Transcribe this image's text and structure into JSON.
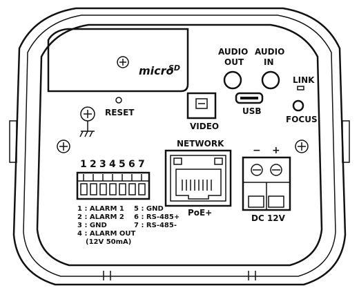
{
  "labels": {
    "audio_out_1": "AUDIO",
    "audio_out_2": "OUT",
    "audio_in_1": "AUDIO",
    "audio_in_2": "IN",
    "link": "LINK",
    "reset": "RESET",
    "video": "VIDEO",
    "usb": "USB",
    "focus": "FOCUS",
    "network": "NETWORK",
    "poe": "PoE+",
    "dc": "DC 12V",
    "minus": "−",
    "plus": "+",
    "sd_micro": "micro",
    "sd": "SD"
  },
  "pins": [
    "1",
    "2",
    "3",
    "4",
    "5",
    "6",
    "7"
  ],
  "legend_left": [
    "1 : ALARM 1",
    "2 : ALARM 2",
    "3 : GND",
    "4 : ALARM OUT",
    "(12V 50mA)"
  ],
  "legend_right": [
    "5 : GND",
    "6 : RS-485+",
    "7 : RS-485-"
  ]
}
